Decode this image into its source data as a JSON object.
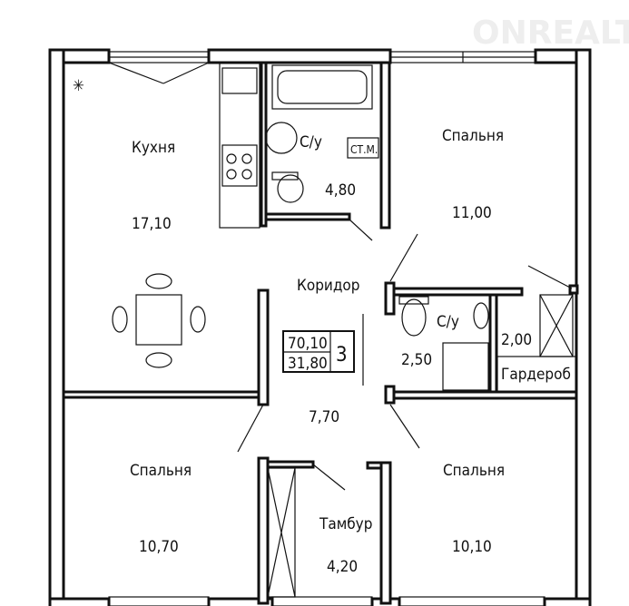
{
  "watermark": "ONREALT",
  "rooms": {
    "kitchen": {
      "name": "Кухня",
      "area": "17,10"
    },
    "bathroom_main": {
      "name": "С/у",
      "area": "4,80",
      "appliance": "СТ.М."
    },
    "bedroom_top_right": {
      "name": "Спальня",
      "area": "11,00"
    },
    "corridor": {
      "name": "Коридор",
      "area": "7,70"
    },
    "bathroom_small": {
      "name": "С/у",
      "area": "2,50"
    },
    "wardrobe": {
      "name": "Гардероб",
      "area": "2,00"
    },
    "bedroom_bottom_left": {
      "name": "Спальня",
      "area": "10,70"
    },
    "bedroom_bottom_right": {
      "name": "Спальня",
      "area": "10,10"
    },
    "vestibule": {
      "name": "Тамбур",
      "area": "4,20"
    }
  },
  "summary": {
    "total_area": "70,10",
    "living_area": "31,80",
    "rooms_count": "3"
  }
}
